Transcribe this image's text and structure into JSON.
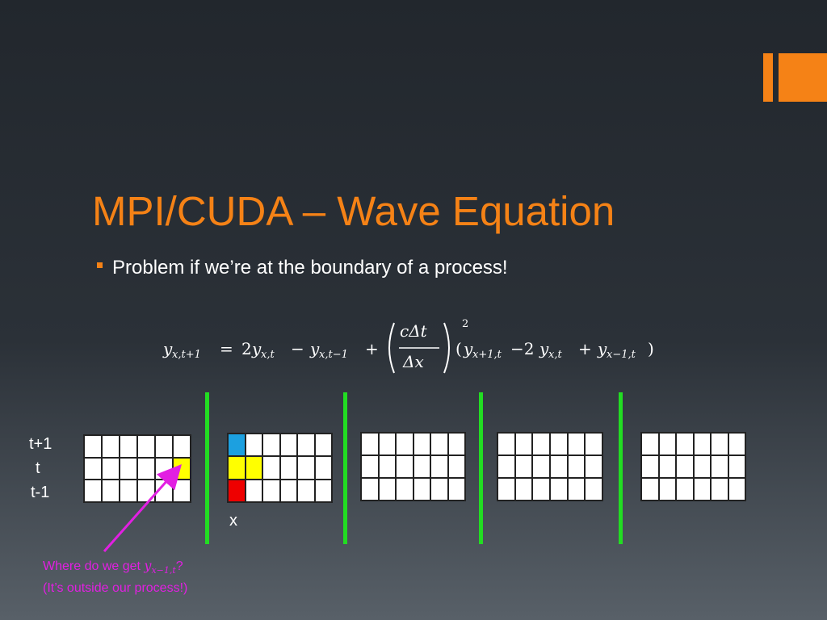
{
  "slide": {
    "title": "MPI/CUDA – Wave Equation",
    "bullet": "Problem if we’re at the boundary of a process!"
  },
  "equation": {
    "lhs_var": "y",
    "lhs_sub": "x,t+1",
    "eq": "=",
    "coef": "2",
    "y1": "y",
    "y1_sub": "x,t",
    "minus": "−",
    "y2": "y",
    "y2_sub": "x,t−1",
    "plus": "+",
    "frac_num": "cΔt",
    "frac_den": "Δx",
    "exponent": "2",
    "lparen": "(",
    "y3": "y",
    "y3_sub": "x+1,t",
    "mid": "−2",
    "y4": "y",
    "y4_sub": "x,t",
    "plus2": "+",
    "y5": "y",
    "y5_sub": "x−1,t",
    "rparen": ")"
  },
  "labels": {
    "t_plus_1": "t+1",
    "t": "t",
    "t_minus_1": "t-1",
    "x": "x"
  },
  "annotation": {
    "line1_prefix": "Where do we get ",
    "line1_var": "y",
    "line1_sub": "x−1,t",
    "line1_suffix": "?",
    "line2": "(It’s outside our process!)"
  },
  "grids": [
    {
      "name": "grid-process-1",
      "highlights": [
        {
          "row": 1,
          "col": 5,
          "color": "#ffff00"
        }
      ]
    },
    {
      "name": "grid-process-2",
      "highlights": [
        {
          "row": 0,
          "col": 0,
          "color": "#1ca0e0"
        },
        {
          "row": 1,
          "col": 0,
          "color": "#ffff00"
        },
        {
          "row": 1,
          "col": 1,
          "color": "#ffff00"
        },
        {
          "row": 2,
          "col": 0,
          "color": "#ee0000"
        }
      ]
    },
    {
      "name": "grid-process-3",
      "highlights": []
    },
    {
      "name": "grid-process-4",
      "highlights": []
    },
    {
      "name": "grid-process-5",
      "highlights": []
    }
  ],
  "colors": {
    "accent": "#f58216",
    "divider": "#22dd22",
    "annotation": "#e21fe2"
  }
}
